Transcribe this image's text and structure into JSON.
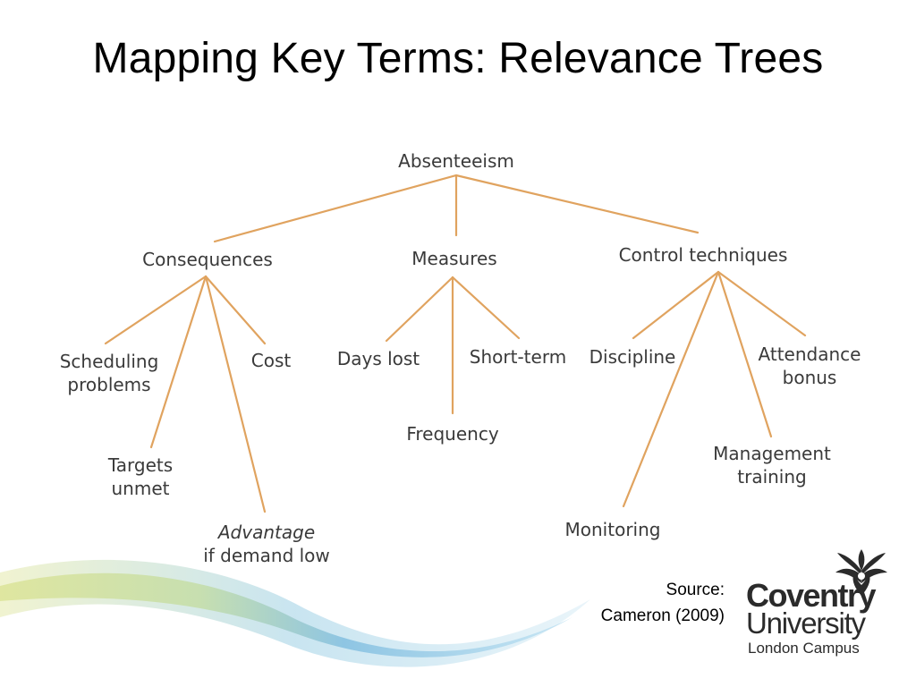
{
  "title": "Mapping Key Terms: Relevance Trees",
  "tree": {
    "root": "Absenteeism",
    "consequences": {
      "label": "Consequences",
      "children": {
        "scheduling_1": "Scheduling",
        "scheduling_2": "problems",
        "cost": "Cost",
        "targets_1": "Targets",
        "targets_2": "unmet",
        "advantage_italic": "Advantage",
        "advantage_rest": "if demand low"
      }
    },
    "measures": {
      "label": "Measures",
      "children": {
        "days_lost": "Days lost",
        "short_term": "Short-term",
        "frequency": "Frequency"
      }
    },
    "control": {
      "label": "Control techniques",
      "children": {
        "discipline": "Discipline",
        "attendance_1": "Attendance",
        "attendance_2": "bonus",
        "management_1": "Management",
        "management_2": "training",
        "monitoring": "Monitoring"
      }
    }
  },
  "source": {
    "line1": "Source:",
    "line2": "Cameron (2009)"
  },
  "logo": {
    "word1": "Coventry",
    "word2": "University",
    "word3": "London Campus"
  },
  "colors": {
    "connector": "#e0a35f",
    "node_text": "#3a3a3a",
    "wave_yellow": "#dfe6a0",
    "wave_blue": "#8ec5e3"
  }
}
